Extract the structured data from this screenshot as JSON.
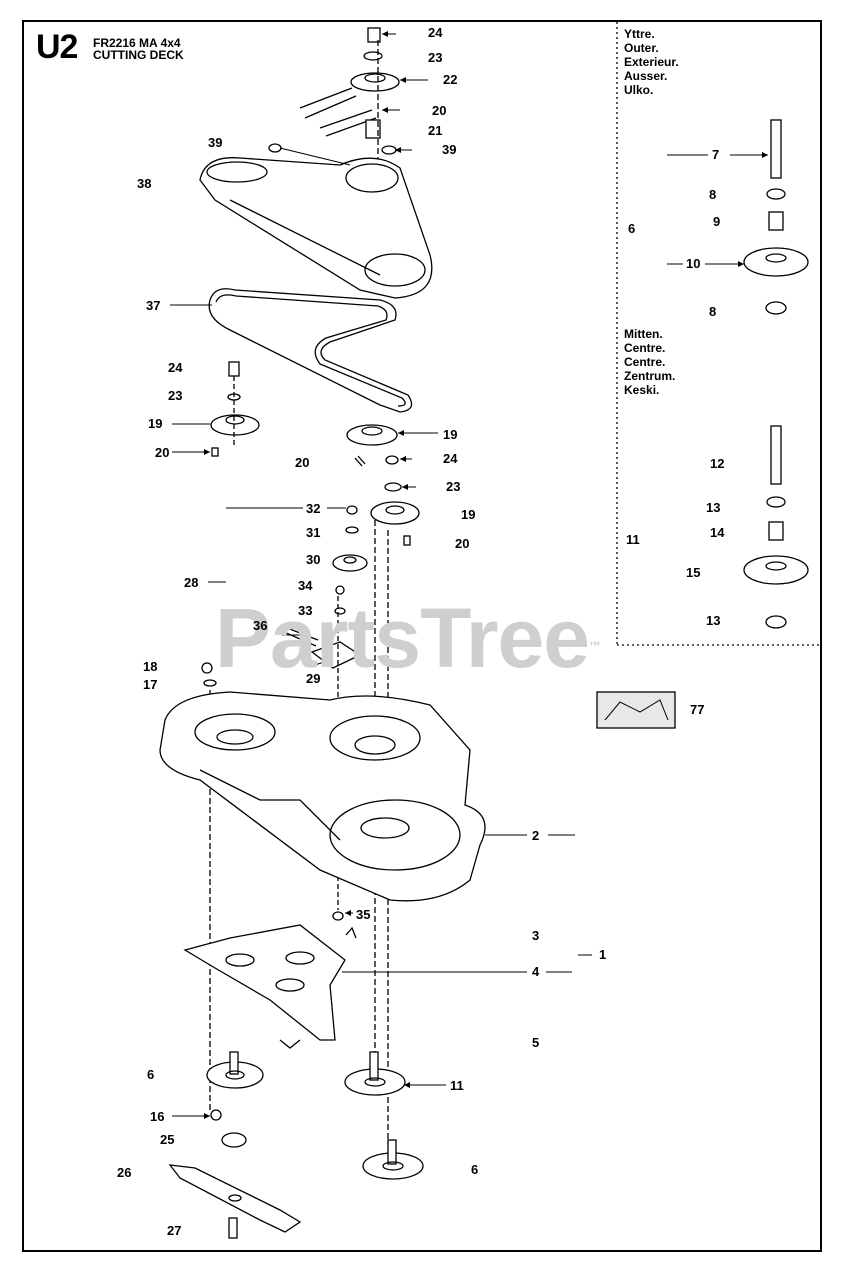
{
  "header": {
    "code": "U2",
    "model": "FR2216 MA 4x4",
    "section": "CUTTING DECK"
  },
  "watermark": {
    "text": "PartsTree",
    "mark": "™"
  },
  "variants": {
    "outer": [
      "Yttre.",
      "Outer.",
      "Exterieur.",
      "Ausser.",
      "Ulko."
    ],
    "center": [
      "Mitten.",
      "Centre.",
      "Centre.",
      "Zentrum.",
      "Keski."
    ]
  },
  "callouts": [
    {
      "id": "c24a",
      "text": "24"
    },
    {
      "id": "c23a",
      "text": "23"
    },
    {
      "id": "c22",
      "text": "22"
    },
    {
      "id": "c20a",
      "text": "20"
    },
    {
      "id": "c21",
      "text": "21"
    },
    {
      "id": "c39r",
      "text": "39"
    },
    {
      "id": "c39l",
      "text": "39"
    },
    {
      "id": "c38",
      "text": "38"
    },
    {
      "id": "c37",
      "text": "37"
    },
    {
      "id": "c24b",
      "text": "24"
    },
    {
      "id": "c23b",
      "text": "23"
    },
    {
      "id": "c19l",
      "text": "19"
    },
    {
      "id": "c20b",
      "text": "20"
    },
    {
      "id": "c19m",
      "text": "19"
    },
    {
      "id": "c20c",
      "text": "20"
    },
    {
      "id": "c24c",
      "text": "24"
    },
    {
      "id": "c23c",
      "text": "23"
    },
    {
      "id": "c32",
      "text": "32"
    },
    {
      "id": "c19r",
      "text": "19"
    },
    {
      "id": "c31",
      "text": "31"
    },
    {
      "id": "c20d",
      "text": "20"
    },
    {
      "id": "c30",
      "text": "30"
    },
    {
      "id": "c28",
      "text": "28"
    },
    {
      "id": "c34",
      "text": "34"
    },
    {
      "id": "c33",
      "text": "33"
    },
    {
      "id": "c36",
      "text": "36"
    },
    {
      "id": "c29",
      "text": "29"
    },
    {
      "id": "c18",
      "text": "18"
    },
    {
      "id": "c17",
      "text": "17"
    },
    {
      "id": "c2",
      "text": "2"
    },
    {
      "id": "c35",
      "text": "35"
    },
    {
      "id": "c3",
      "text": "3"
    },
    {
      "id": "c1",
      "text": "1"
    },
    {
      "id": "c4",
      "text": "4"
    },
    {
      "id": "c5",
      "text": "5"
    },
    {
      "id": "c6a",
      "text": "6"
    },
    {
      "id": "c11a",
      "text": "11"
    },
    {
      "id": "c16",
      "text": "16"
    },
    {
      "id": "c25",
      "text": "25"
    },
    {
      "id": "c26",
      "text": "26"
    },
    {
      "id": "c6b",
      "text": "6"
    },
    {
      "id": "c27",
      "text": "27"
    },
    {
      "id": "c7",
      "text": "7"
    },
    {
      "id": "c8a",
      "text": "8"
    },
    {
      "id": "c9",
      "text": "9"
    },
    {
      "id": "c6c",
      "text": "6"
    },
    {
      "id": "c10",
      "text": "10"
    },
    {
      "id": "c8b",
      "text": "8"
    },
    {
      "id": "c12",
      "text": "12"
    },
    {
      "id": "c13a",
      "text": "13"
    },
    {
      "id": "c14",
      "text": "14"
    },
    {
      "id": "c11b",
      "text": "11"
    },
    {
      "id": "c15",
      "text": "15"
    },
    {
      "id": "c13b",
      "text": "13"
    },
    {
      "id": "c77",
      "text": "77"
    }
  ]
}
